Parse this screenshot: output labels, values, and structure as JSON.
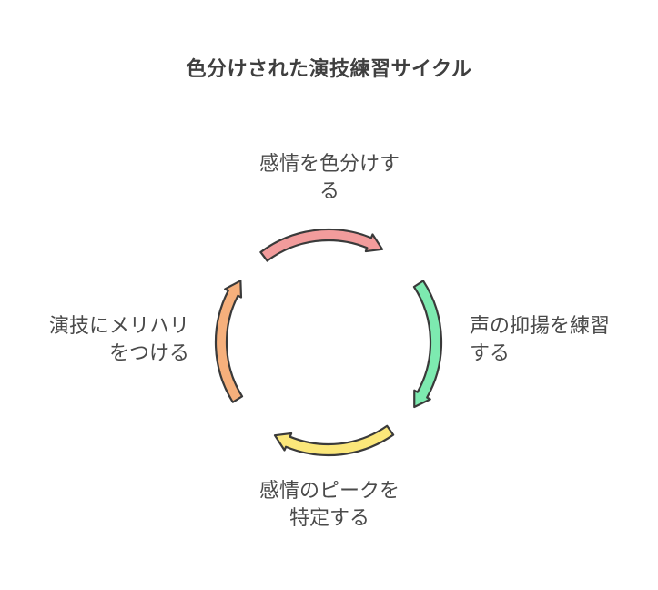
{
  "title": "色分けされた演技練習サイクル",
  "steps": [
    {
      "lines": [
        "感情を色分けす",
        "る"
      ],
      "color": "#f29c9c"
    },
    {
      "lines": [
        "声の抑揚を練習",
        "する"
      ],
      "color": "#7deab0"
    },
    {
      "lines": [
        "感情のピークを",
        "特定する"
      ],
      "color": "#fbe77a"
    },
    {
      "lines": [
        "演技にメリハリ",
        "をつける"
      ],
      "color": "#f6b07c"
    }
  ],
  "stroke_color": "#3a3a3a"
}
